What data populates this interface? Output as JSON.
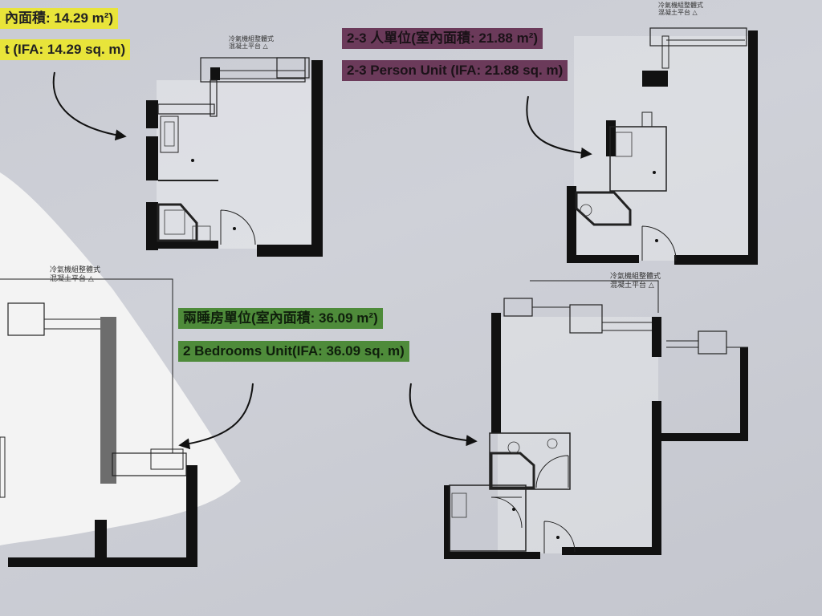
{
  "units": [
    {
      "id": "studio",
      "title_zh": "內面積: 14.29 m²)",
      "title_en": "t (IFA: 14.29 sq. m)",
      "highlight": "#e8e43a",
      "ac_note_line1": "冷氣機組整體式",
      "ac_note_line2": "混凝土平台 △"
    },
    {
      "id": "two-three-person",
      "title_zh": "2-3 人單位(室內面積: 21.88 m²)",
      "title_en": "2-3 Person Unit (IFA: 21.88 sq. m)",
      "highlight": "#6b3a5a",
      "ac_note_line1": "冷氣機組整體式",
      "ac_note_line2": "混凝土平台 △"
    },
    {
      "id": "two-bedroom",
      "title_zh": "兩睡房單位(室內面積: 36.09 m²)",
      "title_en": "2 Bedrooms Unit(IFA: 36.09 sq. m)",
      "highlight": "#4e8b3a",
      "ac_note_line1": "冷氣機組整體式",
      "ac_note_line2": "混凝土平台 △"
    }
  ],
  "left_fragment": {
    "ac_note_line1": "冷氣機組整體式",
    "ac_note_line2": "混凝土平台 △"
  }
}
